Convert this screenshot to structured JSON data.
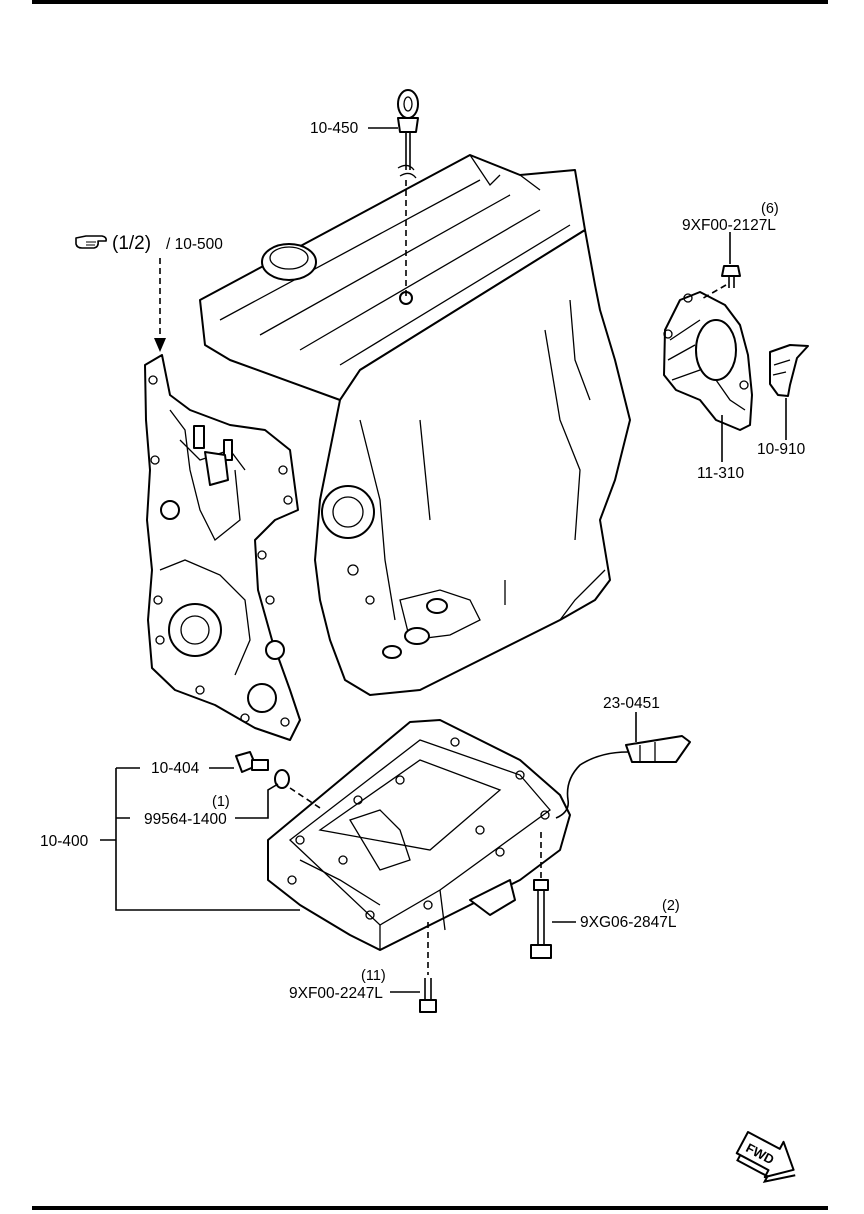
{
  "callouts": {
    "dipstick": "10-450",
    "ref_page": "(1/2)",
    "ref_part": "/ 10-500",
    "bolt_rear_qty": "(6)",
    "bolt_rear": "9XF00-2127L",
    "rear_seal": "10-910",
    "rear_cover": "11-310",
    "oil_level_sensor": "23-0451",
    "drain_plug": "10-404",
    "washer_qty": "(1)",
    "washer": "99564-1400",
    "oil_pan_assy": "10-400",
    "long_bolt_qty": "(2)",
    "long_bolt": "9XG06-2847L",
    "pan_bolt_qty": "(11)",
    "pan_bolt": "9XF00-2247L"
  },
  "icons": {
    "reference": "pointing-hand-icon",
    "direction": "fwd-arrow-icon"
  },
  "fwd_label": "FWD"
}
